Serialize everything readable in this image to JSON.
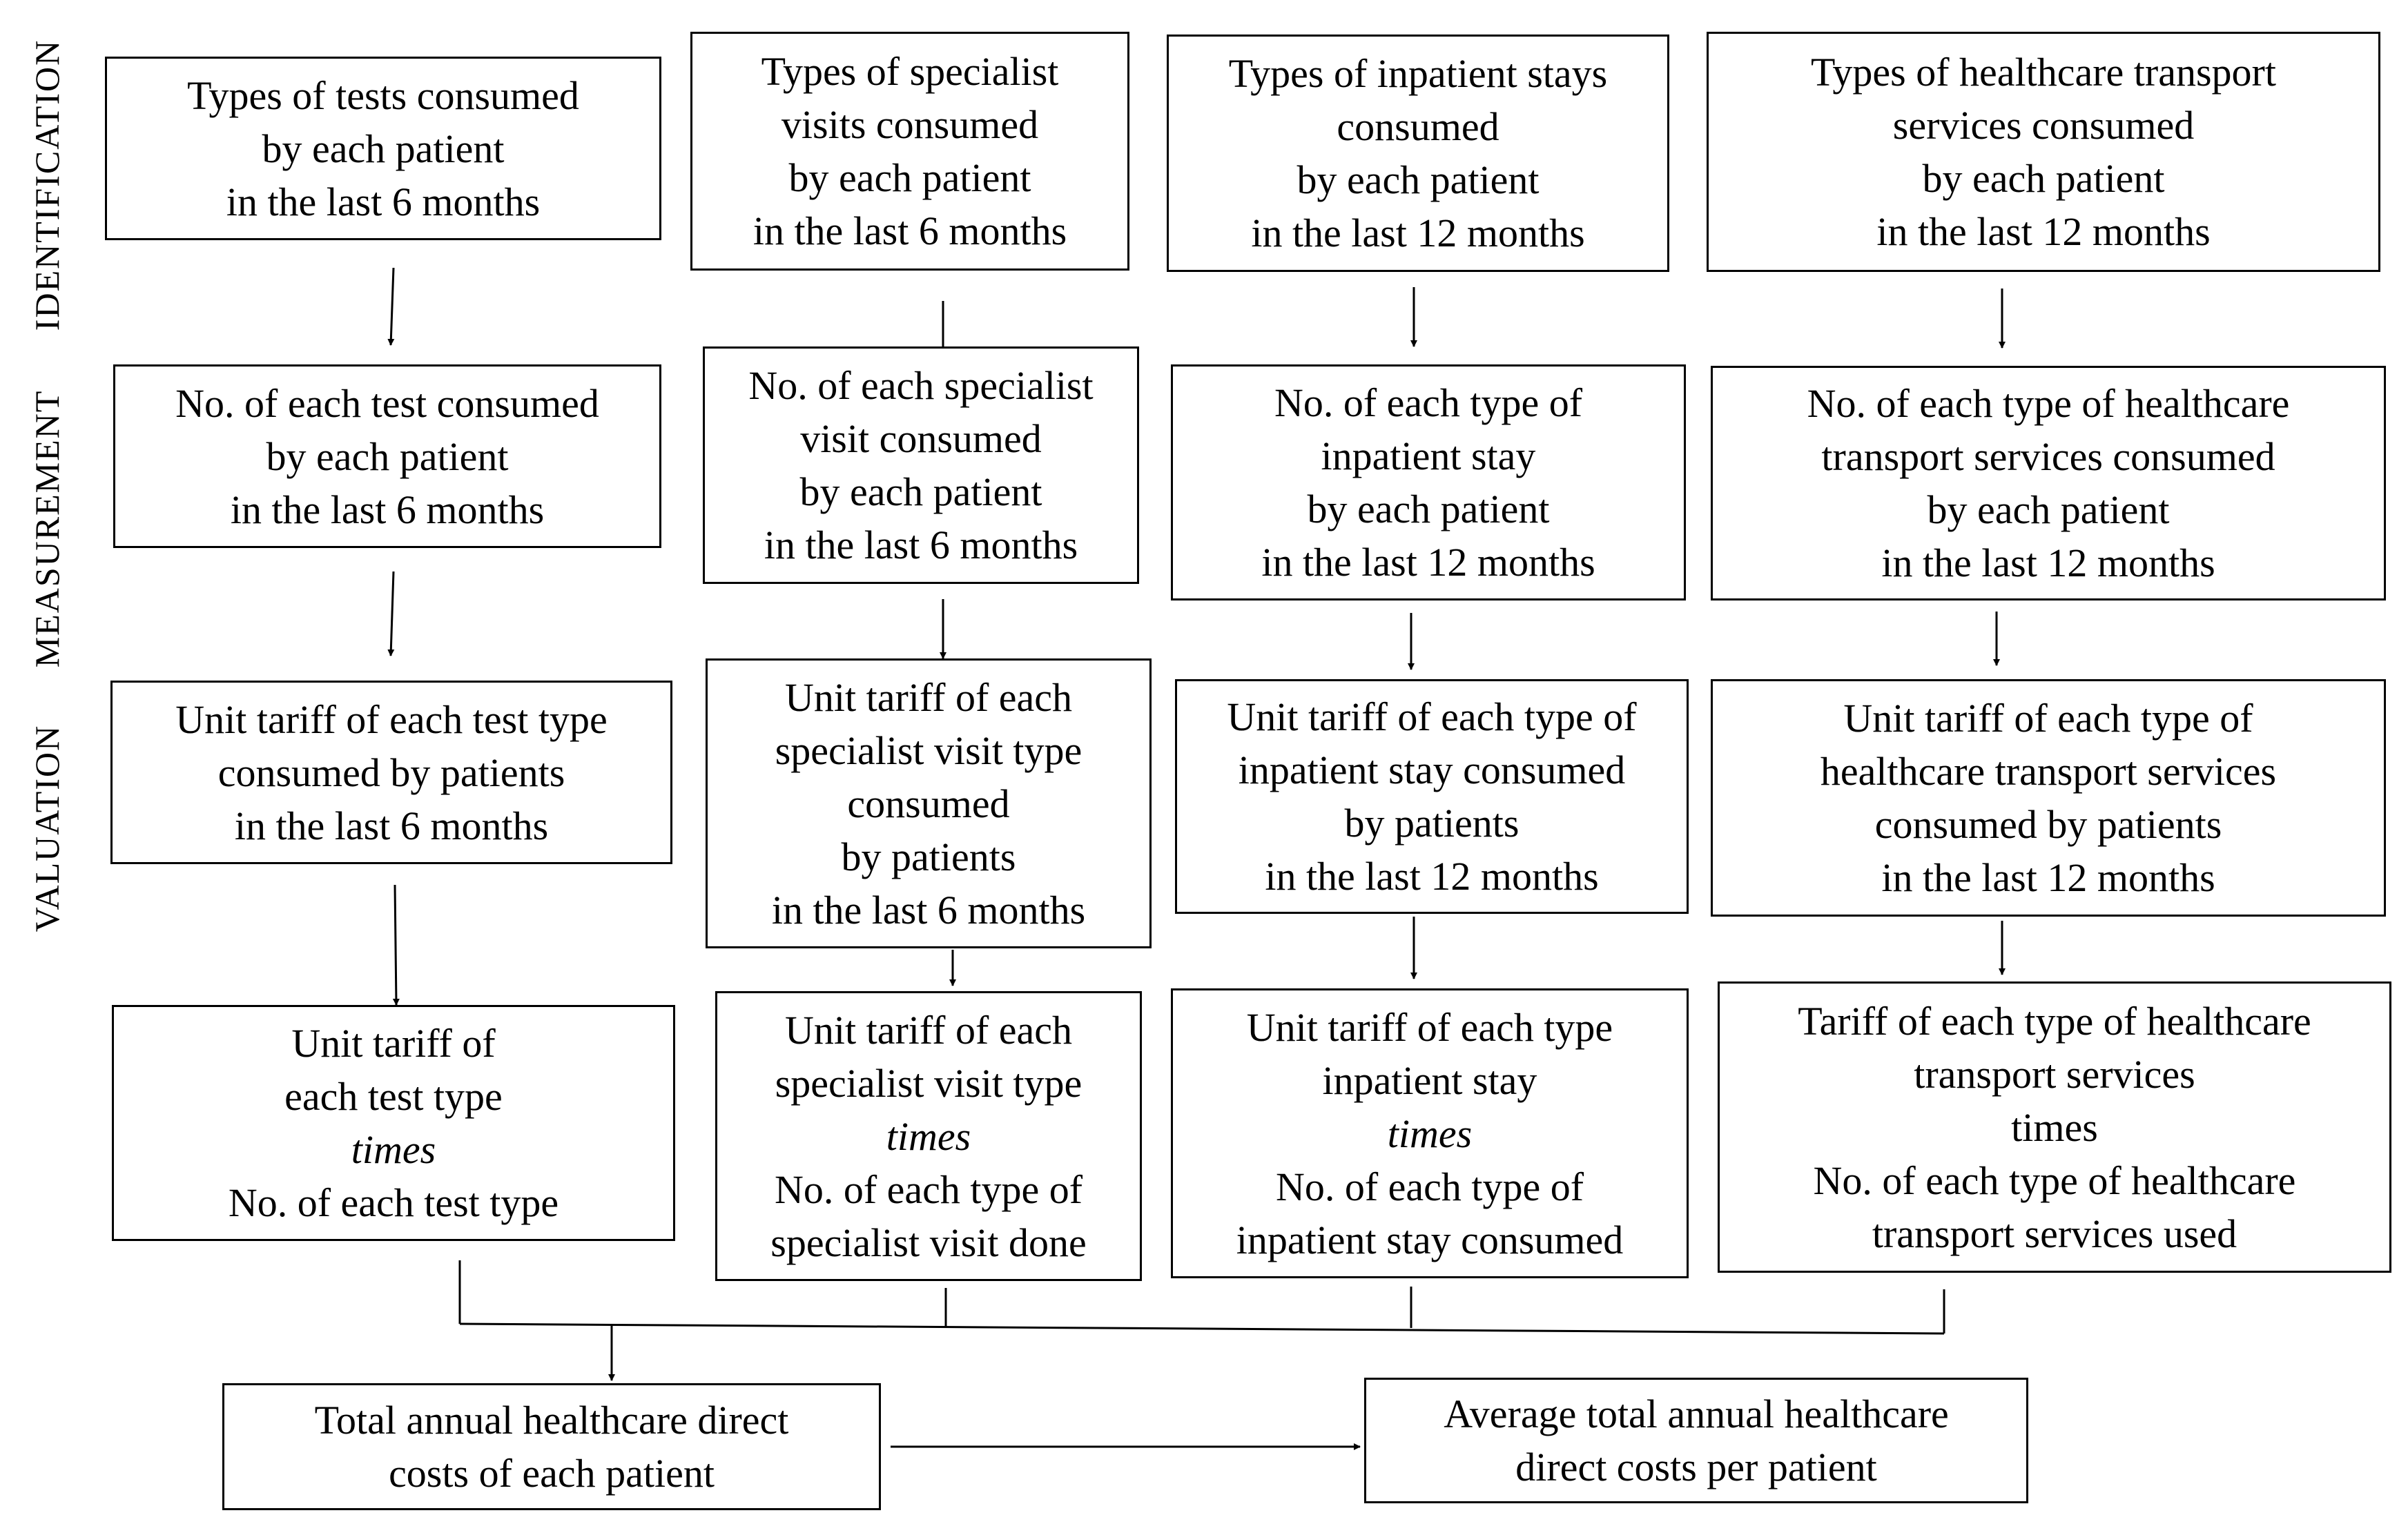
{
  "stage_labels": {
    "identification": "IDENTIFICATION",
    "measurement": "MEASUREMENT",
    "valuation": "VALUATION"
  },
  "columns": [
    {
      "identification": [
        "Types of tests consumed",
        "by each patient",
        "in the last 6 months"
      ],
      "measurement": [
        "No. of each test consumed",
        "by each patient",
        "in the last 6 months"
      ],
      "valuation": [
        "Unit tariff of each test type",
        "consumed by patients",
        "in the last 6 months"
      ],
      "calculation": {
        "line1": "Unit tariff of",
        "line2": "each test type",
        "times": "times",
        "line4": "No. of each test type",
        "line5": ""
      }
    },
    {
      "identification": [
        "Types of specialist",
        "visits consumed",
        "by each patient",
        "in the last 6 months"
      ],
      "measurement": [
        "No. of each specialist",
        "visit consumed",
        "by each patient",
        "in the last 6 months"
      ],
      "valuation": [
        "Unit tariff of each",
        "specialist visit type",
        "consumed",
        "by patients",
        "in the last 6 months"
      ],
      "calculation": {
        "line1": "Unit tariff of each",
        "line2": "specialist visit type",
        "times": "times",
        "line4": "No. of each type of",
        "line5": "specialist visit done"
      }
    },
    {
      "identification": [
        "Types of inpatient stays",
        "consumed",
        "by each patient",
        "in the last 12 months"
      ],
      "measurement": [
        "No. of each type of",
        "inpatient stay",
        "by each patient",
        "in the last 12 months"
      ],
      "valuation": [
        "Unit tariff of each type of",
        "inpatient stay consumed",
        "by patients",
        "in the last 12 months"
      ],
      "calculation": {
        "line1": "Unit tariff of each type",
        "line2": "inpatient stay",
        "times": "times",
        "line4": "No. of each type of",
        "line5": "inpatient stay consumed"
      }
    },
    {
      "identification": [
        "Types of healthcare transport",
        "services consumed",
        "by each patient",
        "in the last 12 months"
      ],
      "measurement": [
        "No. of each type of healthcare",
        "transport services consumed",
        "by each patient",
        "in the last 12 months"
      ],
      "valuation": [
        "Unit tariff of each type of",
        "healthcare transport services",
        "consumed by patients",
        "in the last 12 months"
      ],
      "calculation": {
        "line1": "Tariff of each type of healthcare",
        "line2": "transport services",
        "times": "times",
        "line4": "No. of each type of healthcare",
        "line5": "transport services used"
      }
    }
  ],
  "totals": {
    "total_annual": [
      "Total annual healthcare direct",
      "costs of each patient"
    ],
    "average_annual": [
      "Average total annual healthcare",
      "direct costs per patient"
    ]
  }
}
